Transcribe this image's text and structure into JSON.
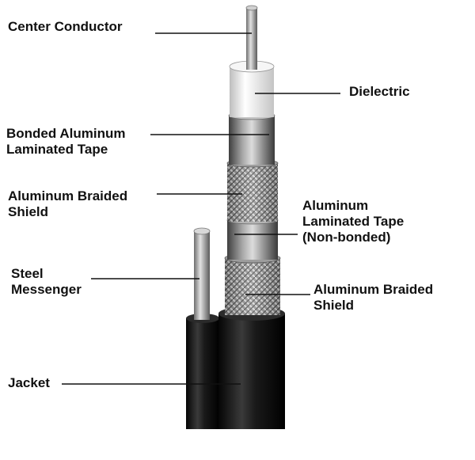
{
  "labels": {
    "center_conductor": "Center Conductor",
    "dielectric": "Dielectric",
    "bonded_tape": "Bonded Aluminum\nLaminated Tape",
    "braid_upper": "Aluminum Braided\nShield",
    "laminated_tape": "Aluminum\nLaminated Tape\n(Non-bonded)",
    "steel_messenger": "Steel\nMessenger",
    "braid_lower": "Aluminum Braided\nShield",
    "jacket": "Jacket"
  }
}
